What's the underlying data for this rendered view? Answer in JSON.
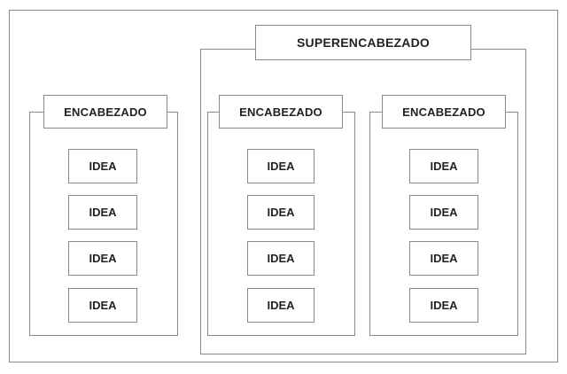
{
  "super_group": {
    "header": "SUPERENCABEZADO"
  },
  "groups": [
    {
      "header": "ENCABEZADO",
      "ideas": [
        "IDEA",
        "IDEA",
        "IDEA",
        "IDEA"
      ]
    },
    {
      "header": "ENCABEZADO",
      "ideas": [
        "IDEA",
        "IDEA",
        "IDEA",
        "IDEA"
      ]
    },
    {
      "header": "ENCABEZADO",
      "ideas": [
        "IDEA",
        "IDEA",
        "IDEA",
        "IDEA"
      ]
    }
  ],
  "colors": {
    "border": "#8a8a8a",
    "text": "#222222",
    "background": "#ffffff"
  }
}
